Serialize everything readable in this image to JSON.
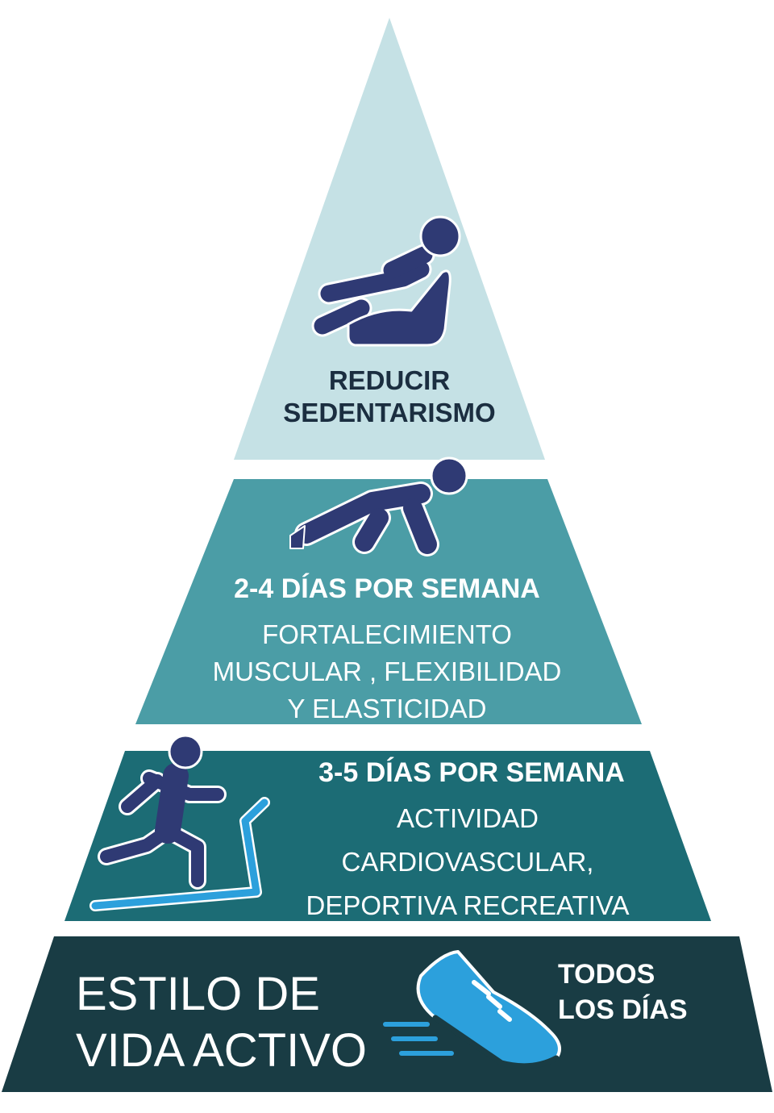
{
  "colors": {
    "background": "#ffffff",
    "tier1": "#c5e1e5",
    "tier2": "#4b9da6",
    "tier3": "#1c6c75",
    "tier4": "#193c44",
    "icon_navy": "#2f3a74",
    "icon_blue": "#2ca0dc",
    "dark_text": "#1b2e40",
    "light_text": "#ffffff"
  },
  "tiers": [
    {
      "id": "top",
      "heading": [
        "REDUCIR",
        "SEDENTARISMO"
      ],
      "icon": "reclining-chair-person-icon"
    },
    {
      "id": "strength",
      "heading": "2-4 DÍAS POR SEMANA",
      "body": [
        "FORTALECIMIENTO",
        "MUSCULAR , FLEXIBILIDAD",
        "Y ELASTICIDAD"
      ],
      "icon": "stretching-person-icon"
    },
    {
      "id": "cardio",
      "heading": "3-5 DÍAS POR SEMANA",
      "body": [
        "ACTIVIDAD",
        "CARDIOVASCULAR,",
        "DEPORTIVA RECREATIVA"
      ],
      "icon": "treadmill-runner-icon"
    },
    {
      "id": "base",
      "title": [
        "ESTILO DE",
        "VIDA ACTIVO"
      ],
      "side_text": [
        "TODOS",
        "LOS DÍAS"
      ],
      "icon": "running-shoe-icon"
    }
  ]
}
